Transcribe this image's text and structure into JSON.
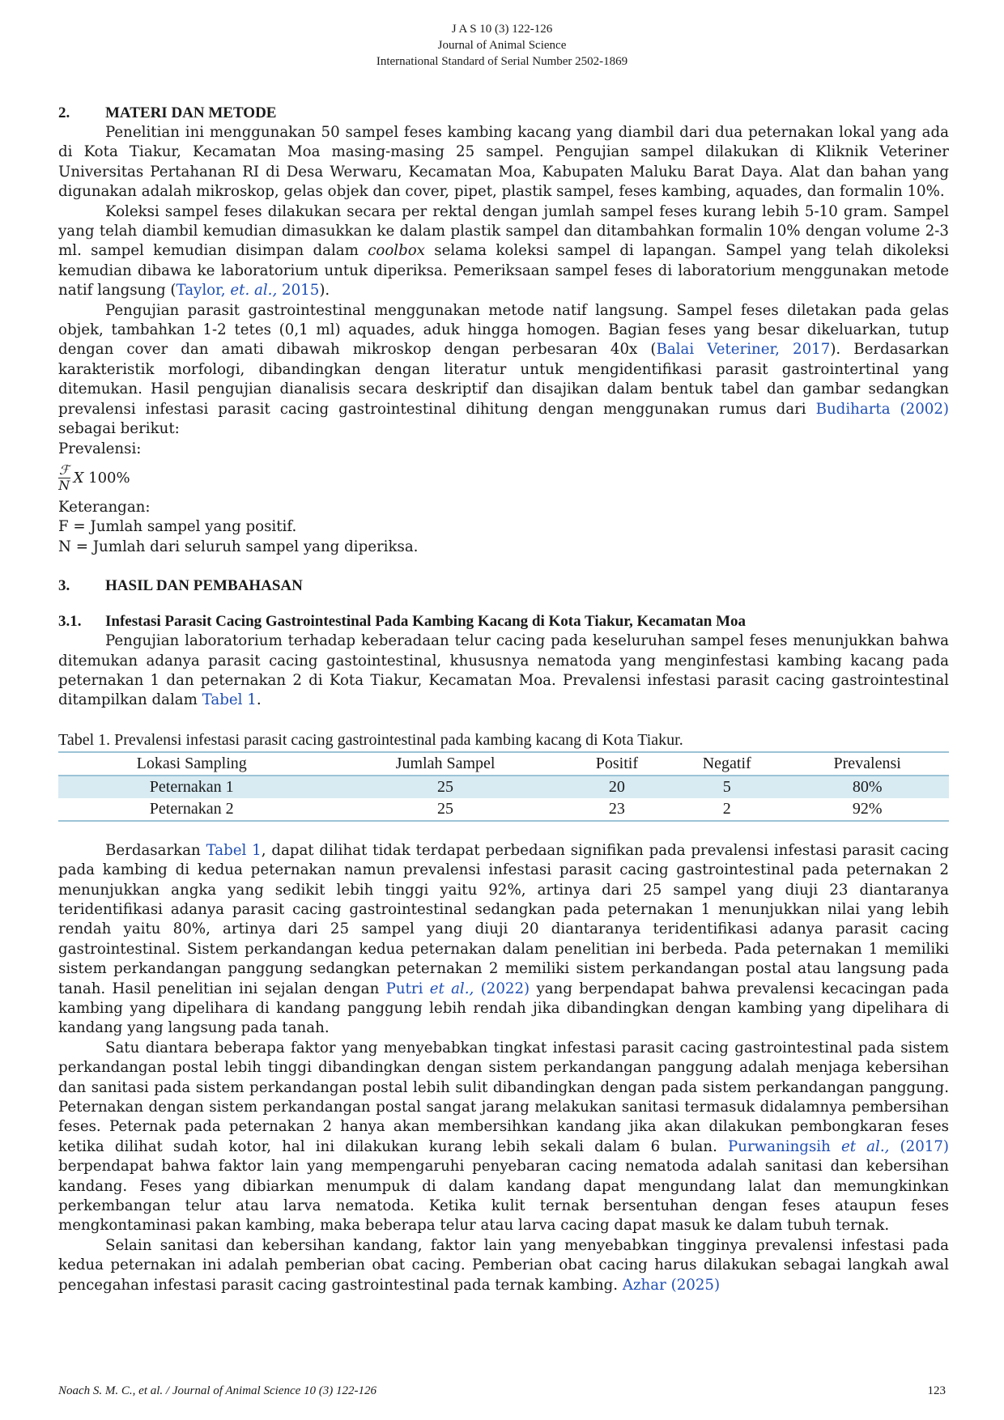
{
  "header": {
    "line1": "J A S 10 (3) 122-126",
    "line2": "Journal of Animal Science",
    "line3": "International Standard of Serial Number 2502-1869"
  },
  "section2": {
    "number": "2.",
    "title": "MATERI DAN METODE",
    "p1": "Penelitian ini menggunakan 50 sampel feses kambing kacang yang diambil dari dua peternakan lokal yang ada di Kota Tiakur, Kecamatan Moa masing-masing 25 sampel. Pengujian sampel dilakukan di Kliknik Veteriner Universitas Pertahanan RI di Desa Werwaru, Kecamatan Moa, Kabupaten Maluku Barat Daya. Alat dan bahan yang digunakan adalah mikroskop, gelas objek dan cover, pipet, plastik sampel, feses kambing, aquades, dan formalin 10%.",
    "p2a": "Koleksi sampel feses dilakukan secara per rektal dengan jumlah sampel feses kurang lebih 5-10 gram. Sampel yang telah diambil kemudian dimasukkan ke dalam plastik sampel dan ditambahkan formalin 10% dengan volume 2-3 ml. sampel kemudian disimpan dalam ",
    "p2_italic": "coolbox",
    "p2b": " selama koleksi sampel di lapangan. Sampel yang telah dikoleksi kemudian dibawa ke laboratorium untuk diperiksa. Pemeriksaan sampel feses di laboratorium menggunakan metode natif langsung (",
    "p2_cite1": "Taylor, ",
    "p2_cite_italic": "et. al.,",
    "p2_cite2": " 2015",
    "p2c": ").",
    "p3a": "Pengujian parasit gastrointestinal menggunakan metode natif langsung.  Sampel feses diletakan pada gelas objek, tambahkan 1-2 tetes (0,1 ml) aquades, aduk hingga homogen. Bagian feses yang besar dikeluarkan, tutup dengan cover dan amati dibawah mikroskop dengan perbesaran 40x (",
    "p3_cite1": "Balai Veteriner, 2017",
    "p3b": "). Berdasarkan karakteristik morfologi, dibandingkan dengan literatur untuk mengidentifikasi parasit gastrointertinal yang ditemukan. Hasil pengujian dianalisis secara deskriptif dan disajikan dalam bentuk tabel dan gambar sedangkan prevalensi infestasi parasit cacing gastrointestinal dihitung dengan menggunakan rumus dari ",
    "p3_cite2": "Budiharta (2002)",
    "p3c": " sebagai berikut:",
    "prevalensi_label": "Prevalensi:",
    "formula_num": "ℱ",
    "formula_den": "N",
    "formula_x": "X",
    "formula_rest": "100%",
    "keterangan": "Keterangan:",
    "f_def": "F =  Jumlah sampel yang positif.",
    "n_def": "N =  Jumlah dari seluruh sampel yang diperiksa."
  },
  "section3": {
    "number": "3.",
    "title": "HASIL DAN PEMBAHASAN",
    "sub_number": "3.1.",
    "sub_title": "Infestasi Parasit Cacing Gastrointestinal Pada Kambing Kacang di Kota Tiakur, Kecamatan Moa",
    "p1a": "Pengujian laboratorium terhadap keberadaan telur cacing pada keseluruhan sampel feses menunjukkan bahwa ditemukan adanya parasit cacing gastointestinal, khususnya nematoda yang menginfestasi kambing kacang pada peternakan 1 dan peternakan 2 di Kota Tiakur, Kecamatan Moa. Prevalensi infestasi parasit cacing gastrointestinal ditampilkan dalam ",
    "p1_cite": "Tabel 1",
    "p1b": ".",
    "table": {
      "caption": "Tabel 1. Prevalensi infestasi parasit cacing gastrointestinal pada kambing kacang di Kota Tiakur.",
      "headers": [
        "Lokasi Sampling",
        "Jumlah Sampel",
        "Positif",
        "Negatif",
        "Prevalensi"
      ],
      "rows": [
        [
          "Peternakan 1",
          "25",
          "20",
          "5",
          "80%"
        ],
        [
          "Peternakan 2",
          "25",
          "23",
          "2",
          "92%"
        ]
      ]
    },
    "p2_pre": "Berdasarkan ",
    "p2_cite": "Tabel 1",
    "p2a": ", dapat dilihat tidak terdapat perbedaan signifikan pada prevalensi infestasi parasit cacing pada kambing di kedua peternakan namun prevalensi infestasi parasit cacing gastrointestinal pada peternakan 2 menunjukkan angka yang sedikit lebih tinggi yaitu 92%, artinya dari 25 sampel yang diuji 23 diantaranya teridentifikasi adanya parasit cacing gastrointestinal sedangkan pada peternakan 1 menunjukkan nilai yang lebih rendah yaitu 80%, artinya dari 25 sampel yang diuji 20 diantaranya teridentifikasi adanya parasit cacing gastrointestinal. Sistem perkandangan kedua peternakan dalam penelitian ini berbeda. Pada peternakan 1 memiliki sistem perkandangan panggung sedangkan peternakan 2 memiliki sistem perkandangan postal atau langsung pada tanah. Hasil penelitian ini sejalan dengan ",
    "p2_cite2a": "Putri ",
    "p2_cite2_italic": "et al.,",
    "p2_cite2b": " (2022)",
    "p2b": " yang berpendapat bahwa prevalensi kecacingan pada kambing yang dipelihara di kandang panggung lebih rendah jika dibandingkan dengan kambing yang dipelihara di kandang yang langsung pada tanah.",
    "p3a": "Satu diantara beberapa faktor yang menyebabkan tingkat infestasi parasit cacing gastrointestinal pada sistem perkandangan postal lebih tinggi dibandingkan dengan sistem perkandangan panggung adalah menjaga kebersihan dan sanitasi pada sistem perkandangan postal lebih sulit dibandingkan dengan pada sistem perkandangan panggung. Peternakan dengan sistem perkandangan postal sangat jarang melakukan sanitasi termasuk didalamnya pembersihan feses. Peternak pada peternakan 2 hanya akan membersihkan kandang jika akan dilakukan pembongkaran feses ketika dilihat sudah kotor, hal ini dilakukan kurang lebih sekali dalam 6 bulan. ",
    "p3_cite_a": "Purwaningsih ",
    "p3_cite_italic": "et al.,",
    "p3_cite_b": " (2017)",
    "p3b": " berpendapat bahwa faktor lain yang mempengaruhi penyebaran cacing nematoda adalah sanitasi dan kebersihan kandang. Feses yang dibiarkan menumpuk di dalam kandang dapat mengundang lalat dan memungkinkan perkembangan telur atau larva nematoda. Ketika kulit ternak bersentuhan dengan feses ataupun feses mengkontaminasi pakan kambing, maka beberapa telur atau larva cacing dapat masuk ke dalam tubuh ternak.",
    "p4a": "Selain sanitasi dan kebersihan kandang, faktor lain yang menyebabkan tingginya prevalensi infestasi pada kedua peternakan ini adalah pemberian obat cacing. Pemberian obat cacing harus dilakukan sebagai langkah awal pencegahan infestasi parasit cacing gastrointestinal pada ternak kambing. ",
    "p4_cite": "Azhar (2025)"
  },
  "footer": {
    "left": "Noach S. M. C., et al. / Journal of Animal Science 10 (3) 122-126",
    "page": "123"
  },
  "colors": {
    "link": "#1f4fb5",
    "table_rule": "#9cc3d6",
    "table_shade": "#d8ebf3"
  }
}
